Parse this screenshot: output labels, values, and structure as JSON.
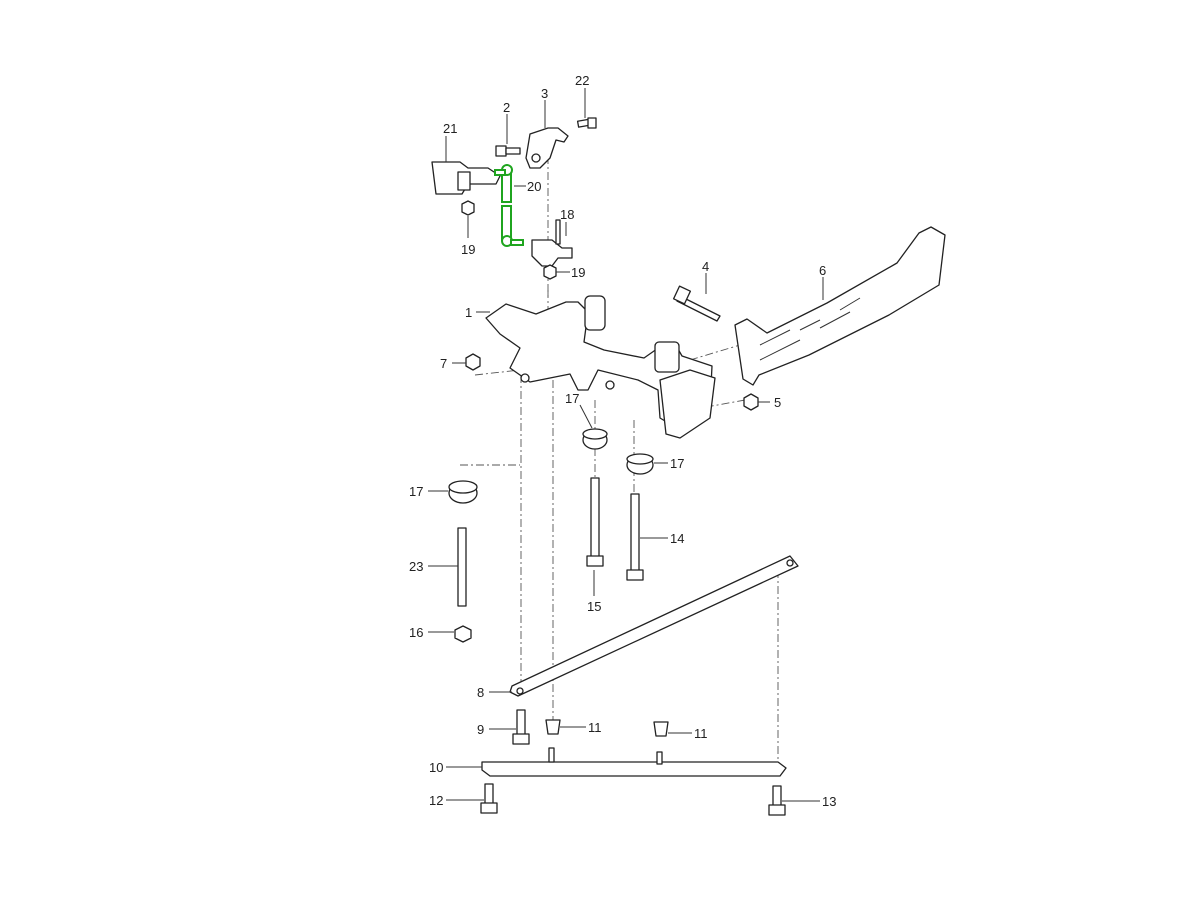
{
  "diagram": {
    "callouts": [
      "1",
      "2",
      "3",
      "4",
      "5",
      "6",
      "7",
      "8",
      "9",
      "10",
      "11",
      "11",
      "12",
      "13",
      "14",
      "15",
      "16",
      "17",
      "17",
      "17",
      "18",
      "19",
      "19",
      "20",
      "21",
      "22",
      "23"
    ],
    "highlight_color": "#1fa51f",
    "highlighted_part": "20"
  }
}
